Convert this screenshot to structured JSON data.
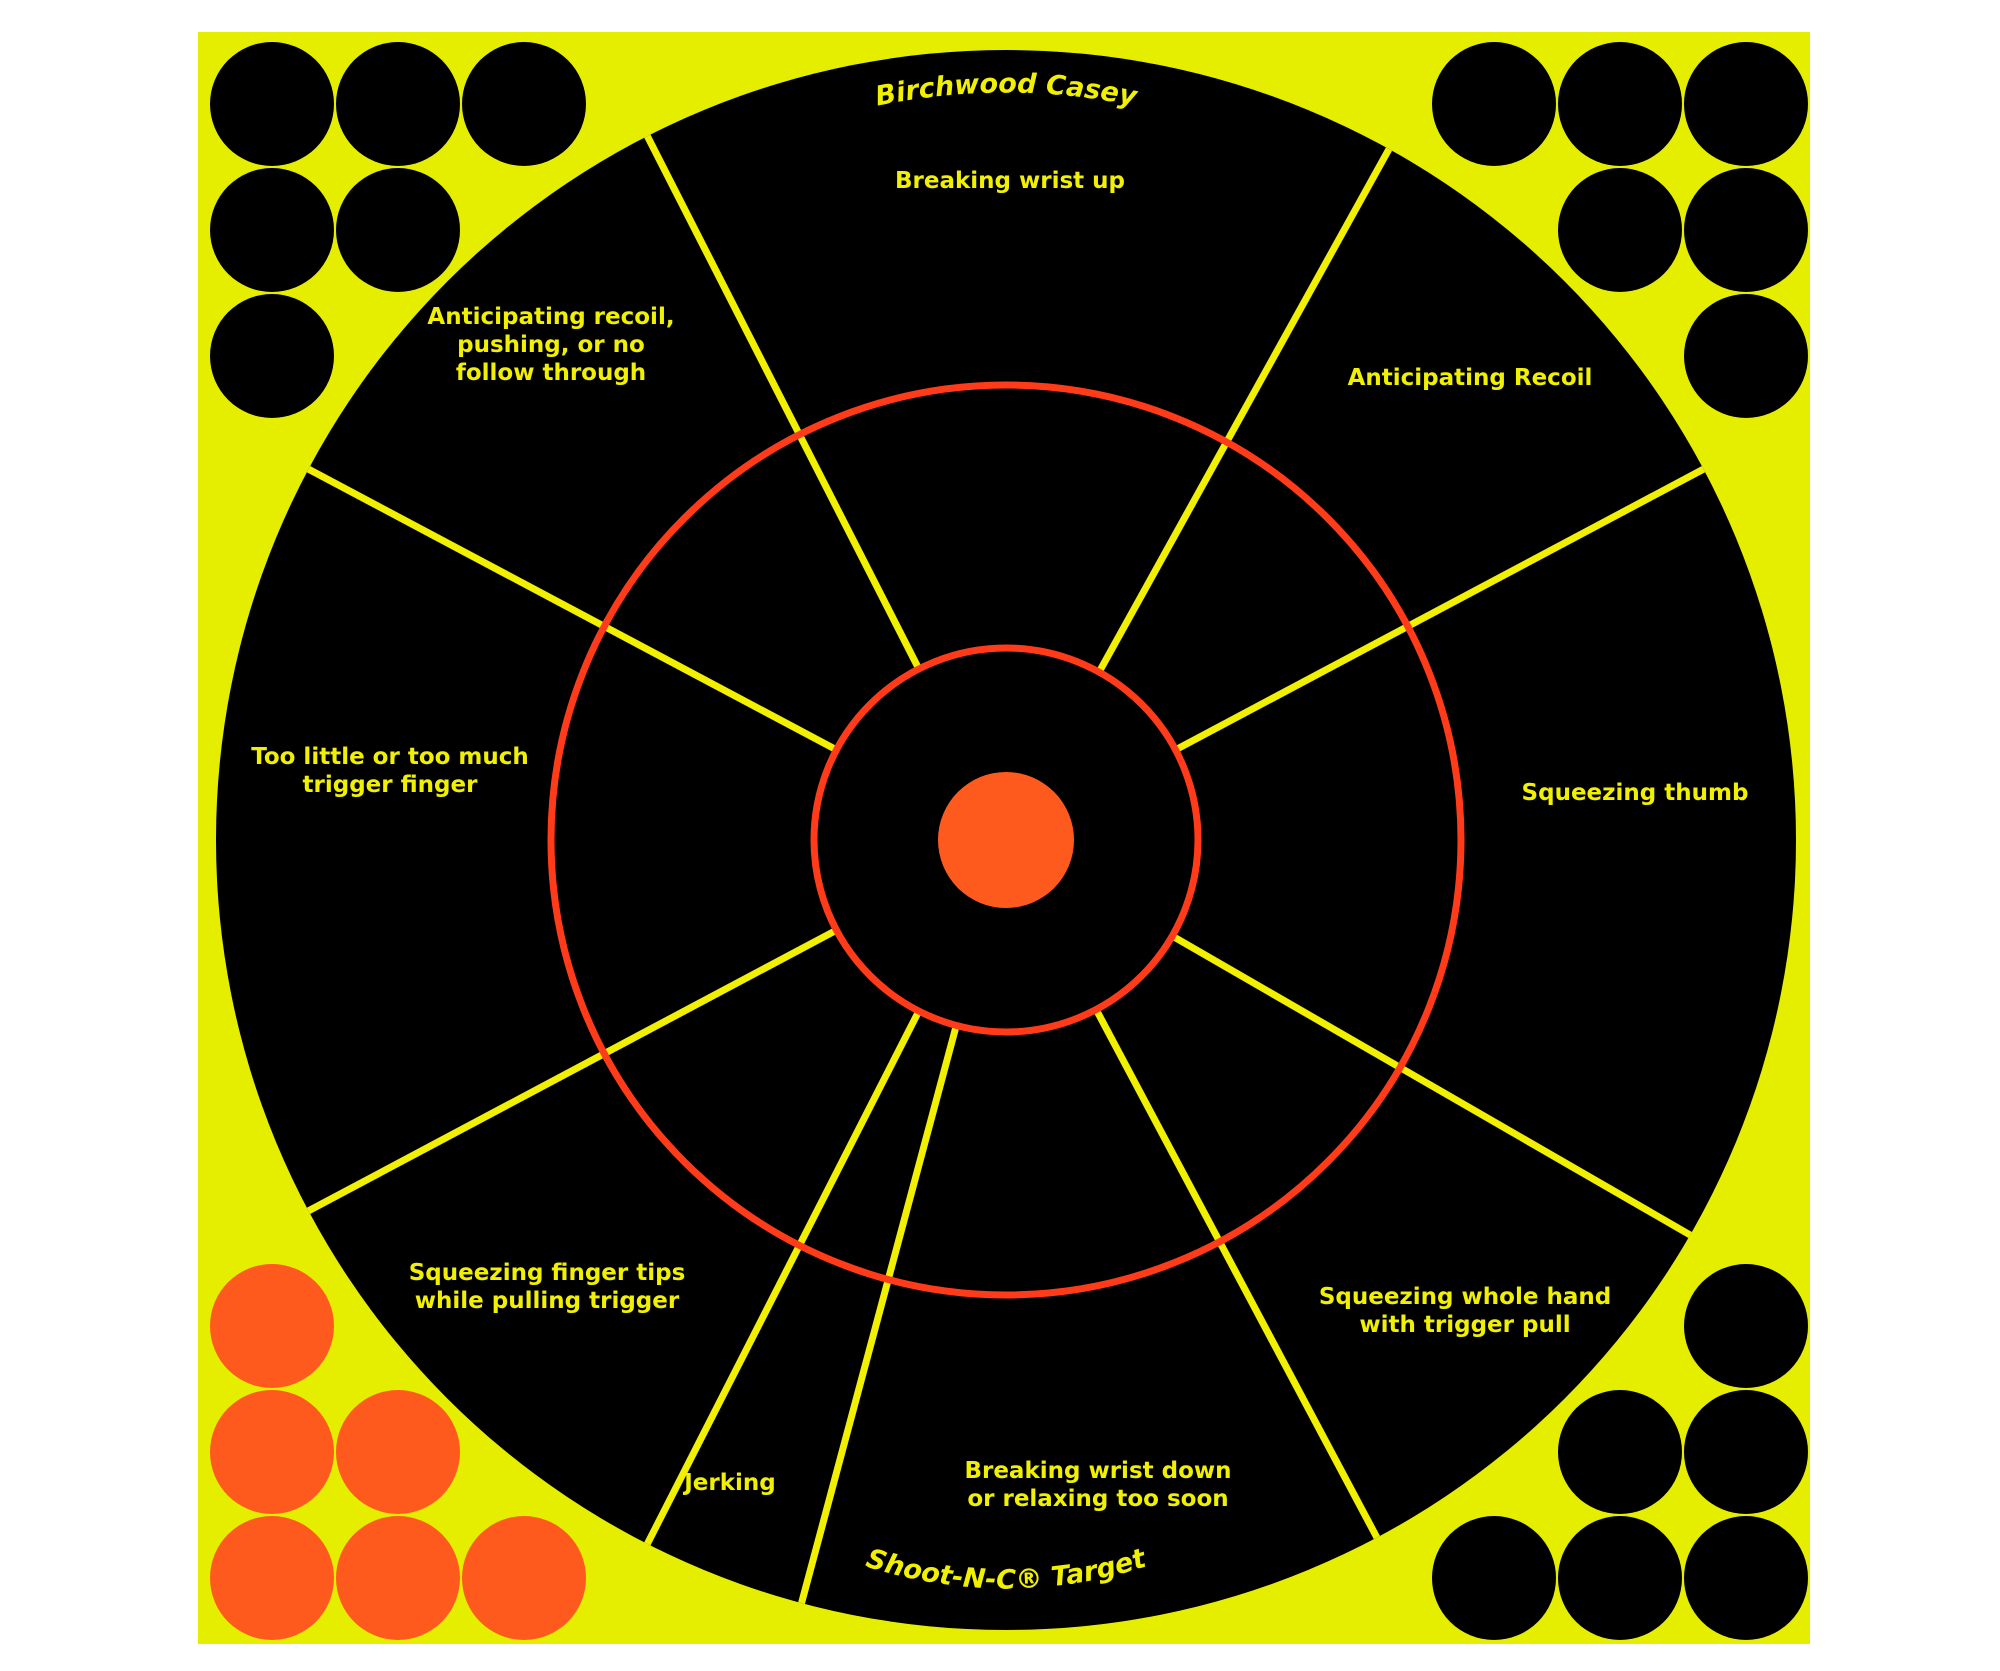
{
  "target": {
    "brand": "Birchwood Casey",
    "product": "Shoot-N-C® Target",
    "colors": {
      "background": "#ffffff",
      "sheet": "#e6ee00",
      "target_black": "#000000",
      "ring": "#ff3b1a",
      "bullseye": "#ff5a1e",
      "divider": "#f0f000",
      "label": "#f0f000",
      "orange_patch": "#ff5a1e"
    },
    "sectors": [
      {
        "id": "breaking-wrist-up",
        "lines": [
          "Breaking wrist up"
        ]
      },
      {
        "id": "anticipating-recoil",
        "lines": [
          "Anticipating Recoil"
        ]
      },
      {
        "id": "squeezing-thumb",
        "lines": [
          "Squeezing thumb"
        ]
      },
      {
        "id": "squeezing-whole-hand",
        "lines": [
          "Squeezing whole hand",
          "with trigger pull"
        ]
      },
      {
        "id": "breaking-wrist-down",
        "lines": [
          "Breaking wrist down",
          "or relaxing too soon"
        ]
      },
      {
        "id": "jerking",
        "lines": [
          "Jerking"
        ]
      },
      {
        "id": "squeezing-finger-tips",
        "lines": [
          "Squeezing finger tips",
          "while pulling trigger"
        ]
      },
      {
        "id": "trigger-finger",
        "lines": [
          "Too little or too much",
          "trigger finger"
        ]
      },
      {
        "id": "anticipating-recoil-pushing",
        "lines": [
          "Anticipating recoil,",
          "pushing, or no",
          "follow through"
        ]
      }
    ],
    "corner_patches": {
      "top_left": {
        "count": 6,
        "color": "black"
      },
      "top_right": {
        "count": 6,
        "color": "black"
      },
      "bottom_left": {
        "count": 6,
        "color": "orange"
      },
      "bottom_right": {
        "count": 6,
        "color": "black"
      }
    }
  }
}
